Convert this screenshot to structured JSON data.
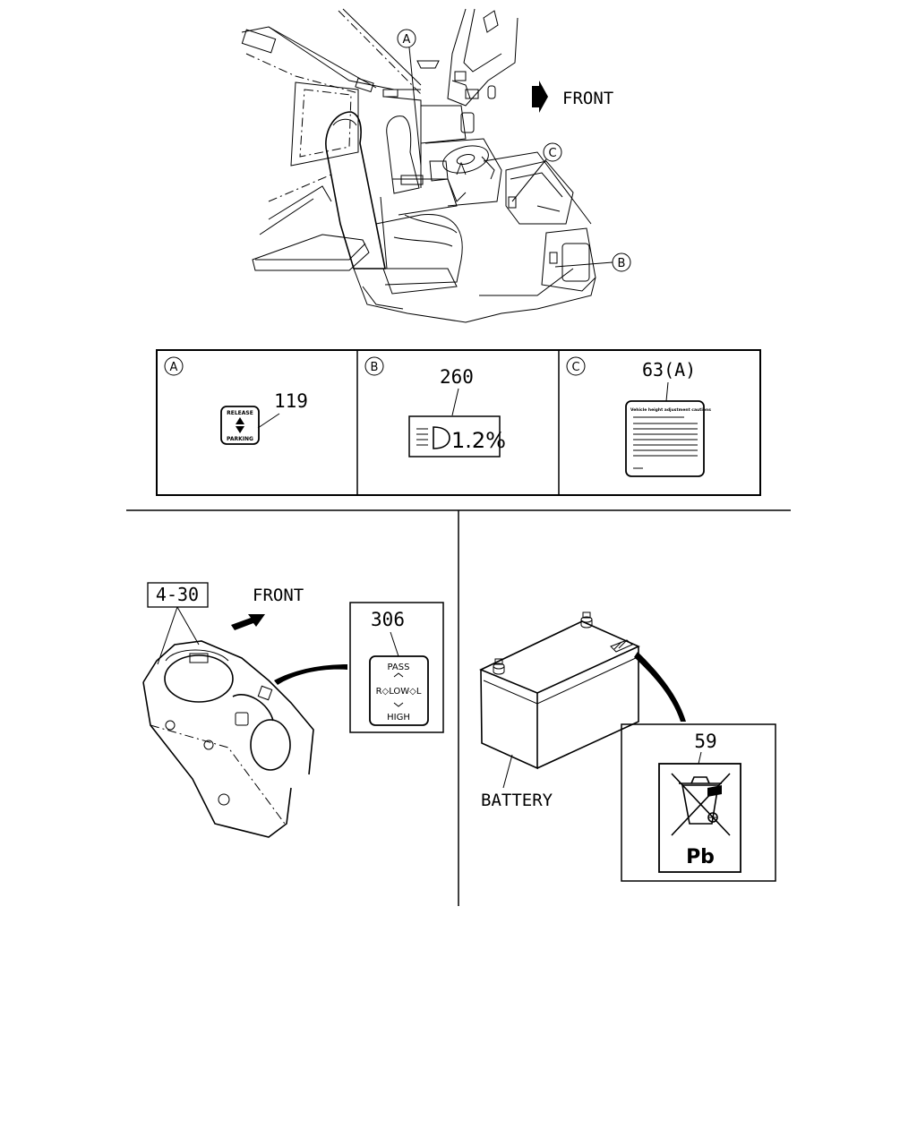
{
  "cab_view": {
    "front_label": "FRONT",
    "callouts": [
      "A",
      "C",
      "B"
    ]
  },
  "label_table": {
    "cells": [
      {
        "letter": "A",
        "part_no": "119",
        "text_top": "RELEASE",
        "text_bottom": "PARKING"
      },
      {
        "letter": "B",
        "part_no": "260",
        "value": "1.2%"
      },
      {
        "letter": "C",
        "part_no": "63(A)",
        "header": "Vehicle height adjustment cautions"
      }
    ]
  },
  "switch_view": {
    "ref": "4-30",
    "front_label": "FRONT",
    "part_no": "306",
    "label_top": "PASS",
    "label_middle": "R◇LOW◇L",
    "label_bottom": "HIGH"
  },
  "battery_view": {
    "battery_label": "BATTERY",
    "part_no": "59",
    "symbol_text": "Pb"
  }
}
